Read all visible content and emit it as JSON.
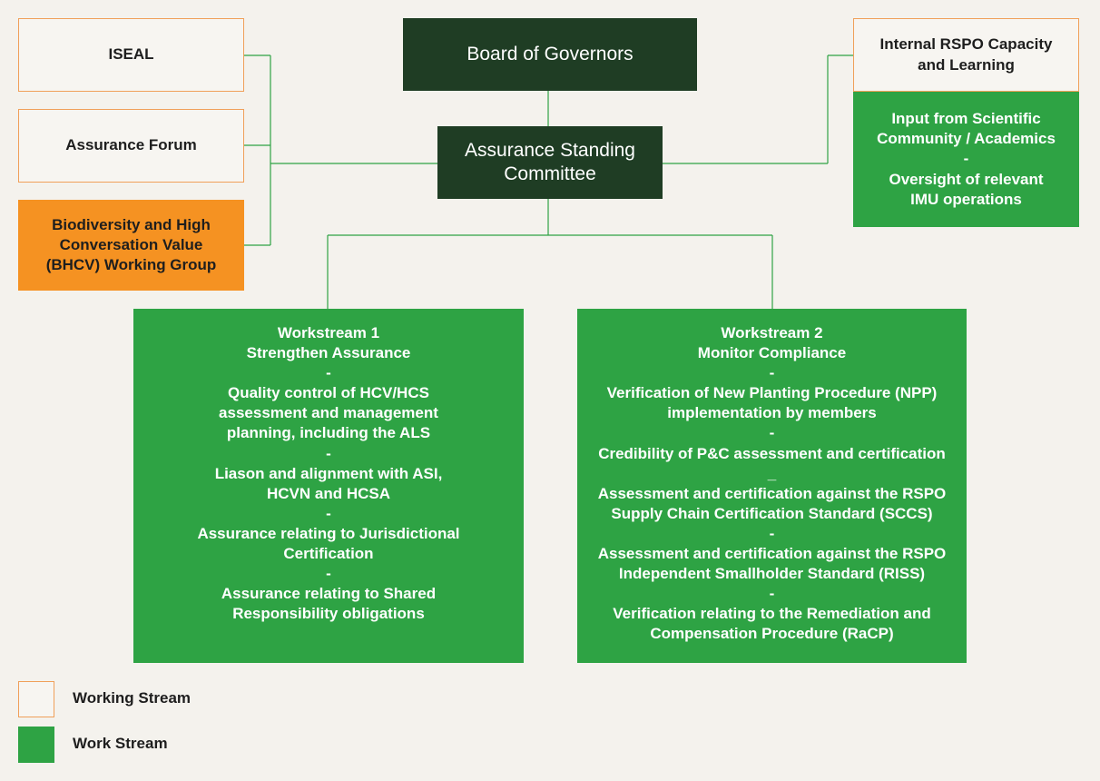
{
  "colors": {
    "dark_green": "#1f3d24",
    "green": "#2ea344",
    "orange": "#f59222",
    "outline": "#f0a05a",
    "connector": "#2ea344"
  },
  "nodes": {
    "board": "Board of Governors",
    "asc": "Assurance Standing\nCommittee",
    "iseal": "ISEAL",
    "forum": "Assurance Forum",
    "bhcv": "Biodiversity and High\nConversation Value\n(BHCV) Working Group",
    "internal": "Internal RSPO Capacity\nand Learning",
    "input": "Input from Scientific\nCommunity / Academics\n-\nOversight of relevant\nIMU operations"
  },
  "workstream1": {
    "lines": [
      "Workstream 1",
      "Strengthen Assurance",
      "-",
      "Quality control of HCV/HCS\nassessment and management\nplanning, including the ALS",
      "-",
      "Liason and alignment with ASI,\nHCVN and HCSA",
      "-",
      "Assurance relating to Jurisdictional\nCertification",
      "-",
      "Assurance relating to Shared\nResponsibility obligations"
    ]
  },
  "workstream2": {
    "lines": [
      "Workstream 2",
      "Monitor Compliance",
      "-",
      "Verification of New Planting Procedure (NPP)\nimplementation by members",
      "-",
      "Credibility of P&C assessment and certification",
      "_",
      "Assessment and certification against the RSPO\nSupply Chain Certification Standard (SCCS)",
      "-",
      "Assessment and certification against the RSPO\nIndependent Smallholder Standard (RISS)",
      "-",
      "Verification relating to the Remediation and\nCompensation Procedure (RaCP)"
    ]
  },
  "legend": {
    "working": "Working Stream",
    "work": "Work Stream"
  }
}
